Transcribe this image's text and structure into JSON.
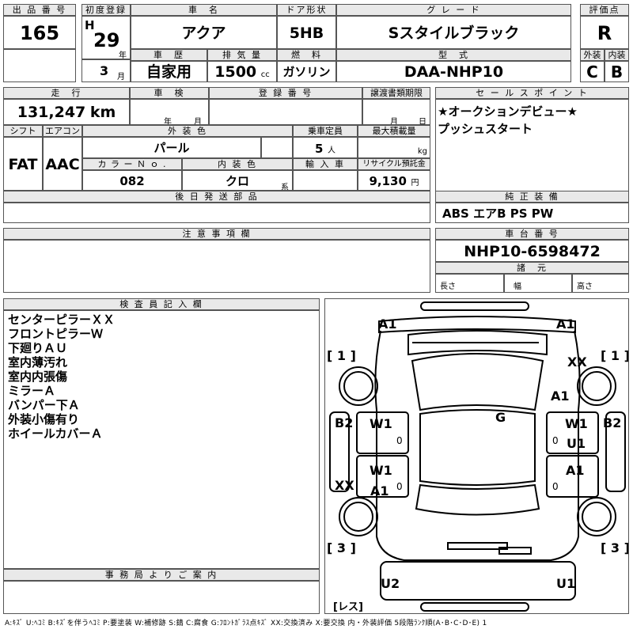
{
  "header": {
    "lot_label": "出 品 番 号",
    "lot_number": "165",
    "first_reg_label": "初度登録",
    "era_mark": "H",
    "year": "29",
    "year_unit": "年",
    "month": "3",
    "month_unit": "月",
    "name_label": "車　名",
    "name": "アクア",
    "door_label": "ドア形状",
    "door": "5HB",
    "grade_label": "グ レ ー ド",
    "grade": "Sスタイルブラック",
    "score_label": "評価点",
    "score": "R",
    "history_label": "車　歴",
    "history": "自家用",
    "displacement_label": "排 気 量",
    "displacement": "1500",
    "displacement_unit": "cc",
    "fuel_label": "燃　料",
    "fuel": "ガソリン",
    "model_label": "型　式",
    "model": "DAA-NHP10",
    "exterior_label": "外装",
    "exterior": "C",
    "interior_label": "内装",
    "interior": "B"
  },
  "details": {
    "mileage_label": "走　行",
    "mileage": "131,247",
    "mileage_unit": "km",
    "inspection_label": "車　検",
    "inspection_year_unit": "年",
    "inspection_month_unit": "月",
    "reg_number_label": "登 録 番 号",
    "transfer_deadline_label": "譲渡書類期限",
    "transfer_month_unit": "月",
    "transfer_day_unit": "日",
    "shift_label": "シフト",
    "shift": "FAT",
    "ac_label": "エアコン",
    "ac": "AAC",
    "color_label": "外 装 色",
    "color": "パール",
    "capacity_label": "乗車定員",
    "capacity": "5",
    "capacity_unit": "人",
    "max_load_label": "最大積載量",
    "max_load_unit": "kg",
    "color_no_label": "カ ラ ー Ｎ ｏ .",
    "color_no": "082",
    "interior_color_label": "内 装 色",
    "interior_color": "クロ",
    "interior_color_suffix": "系",
    "import_label": "輸 入 車",
    "recycle_label": "リサイクル預託金",
    "recycle": "9,130",
    "recycle_unit": "円",
    "later_parts_label": "後 日 発 送 部 品"
  },
  "sales_points": {
    "label": "セ ー ル ス ポ イ ン ト",
    "lines": [
      "★オークションデビュー★",
      "プッシュスタート"
    ]
  },
  "equipment": {
    "label": "純 正 装 備",
    "items": "ABS エアB PS PW"
  },
  "chassis": {
    "label": "車 台 番 号",
    "number": "NHP10-6598472",
    "spec_label": "諸　元",
    "length_label": "長さ",
    "width_label": "幅",
    "height_label": "高さ"
  },
  "caution_label": "注 意 事 項 欄",
  "inspector": {
    "label": "検 査 員 記 入 欄",
    "notes": [
      "センターピラーＸＸ",
      "フロントピラーＷ",
      "下廻りＡＵ",
      "室内薄汚れ",
      "室内内張傷",
      "ミラーＡ",
      "バンパー下Ａ",
      "外装小傷有り",
      "ホイールカバーＡ"
    ]
  },
  "office_label": "事 務 局 よ り ご 案 内",
  "diagram": {
    "marks": {
      "front_left": "A1",
      "front_right": "A1",
      "corner_tl": "[ 1 ]",
      "corner_tr": "[ 1 ]",
      "right_xx": "XX",
      "right_a1": "A1",
      "g": "G",
      "left_b2": "B2",
      "right_b2": "B2",
      "door_fl_w1": "W1",
      "door_fl_zero": "0",
      "door_fr_w1": "W1",
      "door_fr_zero": "0",
      "door_fr_u1": "U1",
      "door_rl_w1": "W1",
      "door_rl_a1": "A1",
      "door_rl_zero": "0",
      "left_xx": "XX",
      "door_rr_a1": "A1",
      "door_rr_zero": "0",
      "corner_bl": "[ 3 ]",
      "corner_br": "[ 3 ]",
      "rear_left": "U2",
      "rear_right": "U1",
      "res": "[レス]"
    }
  },
  "legend": "A:ｷｽﾞ U:ﾍｺﾐ B:ｷｽﾞを伴うﾍｺﾐ P:要塗装 W:補修跡 S:錆 C:腐食 G:ﾌﾛﾝﾄｶﾞﾗｽ点ｷｽﾞ XX:交換済み X:要交換 内・外装評価 5段階ﾗﾝｸ順(A･B･C･D･E) 1"
}
